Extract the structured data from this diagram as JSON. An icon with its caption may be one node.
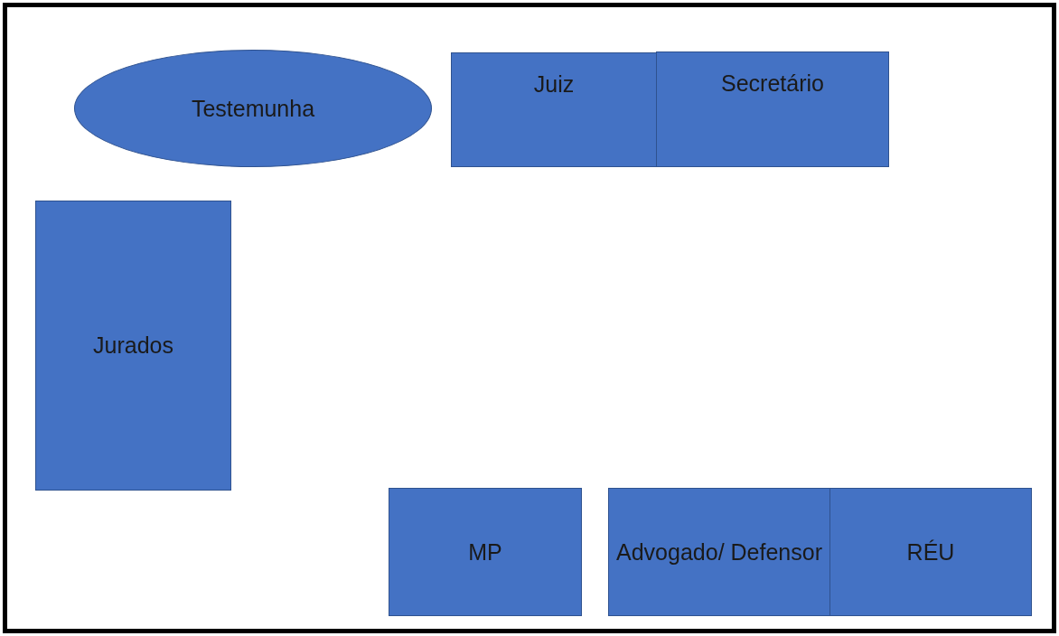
{
  "diagram": {
    "nodes": [
      {
        "text": [
          "Testemunha"
        ]
      },
      {
        "text": [
          "Juiz"
        ]
      },
      {
        "text": [
          "Secretário"
        ]
      },
      {
        "text": [
          "Jurados"
        ]
      },
      {
        "text": [
          "MP"
        ]
      },
      {
        "text": [
          "Advogado/ Defensor"
        ]
      },
      {
        "text": [
          "RÉU"
        ]
      }
    ]
  }
}
